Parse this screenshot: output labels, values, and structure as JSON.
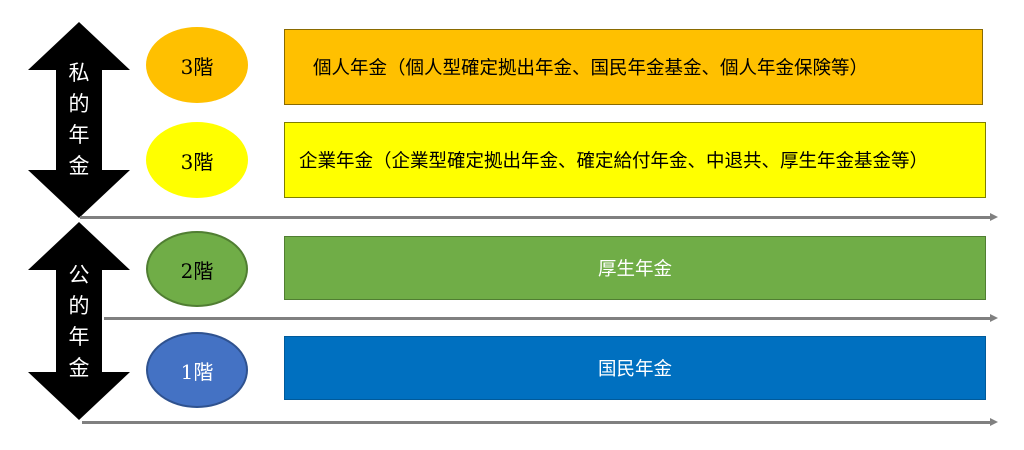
{
  "private_pension": {
    "label_chars": [
      "私",
      "的",
      "年",
      "金"
    ],
    "color": "#000000"
  },
  "public_pension": {
    "label_chars": [
      "公",
      "的",
      "年",
      "金"
    ],
    "color": "#000000"
  },
  "tiers": [
    {
      "level_label": "3階",
      "circle_color": "#FFC000",
      "box_text": "個人年金（個人型確定拠出年金、国民年金基金、個人年金保険等）",
      "box_color": "#FFC000",
      "text_color": "#000000"
    },
    {
      "level_label": "3階",
      "circle_color": "#FFFF00",
      "box_text": "企業年金（企業型確定拠出年金、確定給付年金、中退共、厚生年金基金等）",
      "box_color": "#FFFF00",
      "text_color": "#000000"
    },
    {
      "level_label": "2階",
      "circle_color": "#70AD47",
      "box_text": "厚生年金",
      "box_color": "#70AD47",
      "text_color": "#FFFFFF"
    },
    {
      "level_label": "1階",
      "circle_color": "#4472C4",
      "box_text": "国民年金",
      "box_color": "#0070C0",
      "text_color": "#FFFFFF"
    }
  ]
}
